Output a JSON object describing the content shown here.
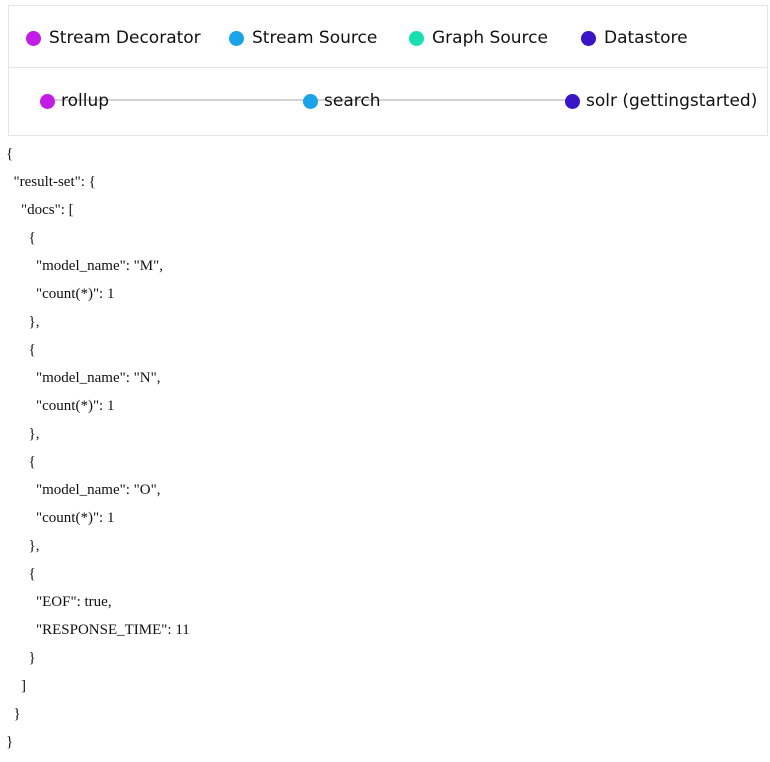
{
  "legend": {
    "items": [
      {
        "label": "Stream Decorator",
        "color": "#c31ce6"
      },
      {
        "label": "Stream Source",
        "color": "#1aa3e8"
      },
      {
        "label": "Graph Source",
        "color": "#17e0b0"
      },
      {
        "label": "Datastore",
        "color": "#3a14c7"
      }
    ]
  },
  "graph": {
    "nodes": [
      {
        "label": "rollup",
        "type": "Stream Decorator",
        "color": "#c31ce6"
      },
      {
        "label": "search",
        "type": "Stream Source",
        "color": "#1aa3e8"
      },
      {
        "label": "solr (gettingstarted)",
        "type": "Datastore",
        "color": "#3a14c7"
      }
    ]
  },
  "result": {
    "lines": [
      "{",
      "  \"result-set\": {",
      "    \"docs\": [",
      "      {",
      "        \"model_name\": \"M\",",
      "        \"count(*)\": 1",
      "      },",
      "      {",
      "        \"model_name\": \"N\",",
      "        \"count(*)\": 1",
      "      },",
      "      {",
      "        \"model_name\": \"O\",",
      "        \"count(*)\": 1",
      "      },",
      "      {",
      "        \"EOF\": true,",
      "        \"RESPONSE_TIME\": 11",
      "      }",
      "    ]",
      "  }",
      "}"
    ]
  }
}
